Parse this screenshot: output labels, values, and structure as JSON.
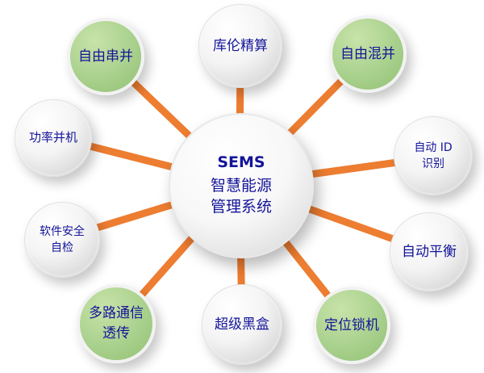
{
  "diagram": {
    "center": {
      "title": "SEMS",
      "subtitle_line1": "智慧能源",
      "subtitle_line2": "管理系统"
    },
    "nodes": [
      {
        "id": "n1",
        "label": "自由串并",
        "style": "green"
      },
      {
        "id": "n2",
        "label": "库伦精算",
        "style": "grey"
      },
      {
        "id": "n3",
        "label": "自由混并",
        "style": "green"
      },
      {
        "id": "n4",
        "label": "功率并机",
        "style": "grey"
      },
      {
        "id": "n5",
        "label": "自动 ID\n识别",
        "style": "grey"
      },
      {
        "id": "n6",
        "label": "软件安全\n自检",
        "style": "grey"
      },
      {
        "id": "n7",
        "label": "自动平衡",
        "style": "grey"
      },
      {
        "id": "n8",
        "label": "多路通信\n透传",
        "style": "green"
      },
      {
        "id": "n9",
        "label": "超级黑盒",
        "style": "grey"
      },
      {
        "id": "n10",
        "label": "定位锁机",
        "style": "green"
      }
    ],
    "colors": {
      "spoke": "#ed7d31",
      "text": "#14149a",
      "green_fill": "#a9d18e",
      "grey_fill": "#e6e6e6"
    }
  }
}
